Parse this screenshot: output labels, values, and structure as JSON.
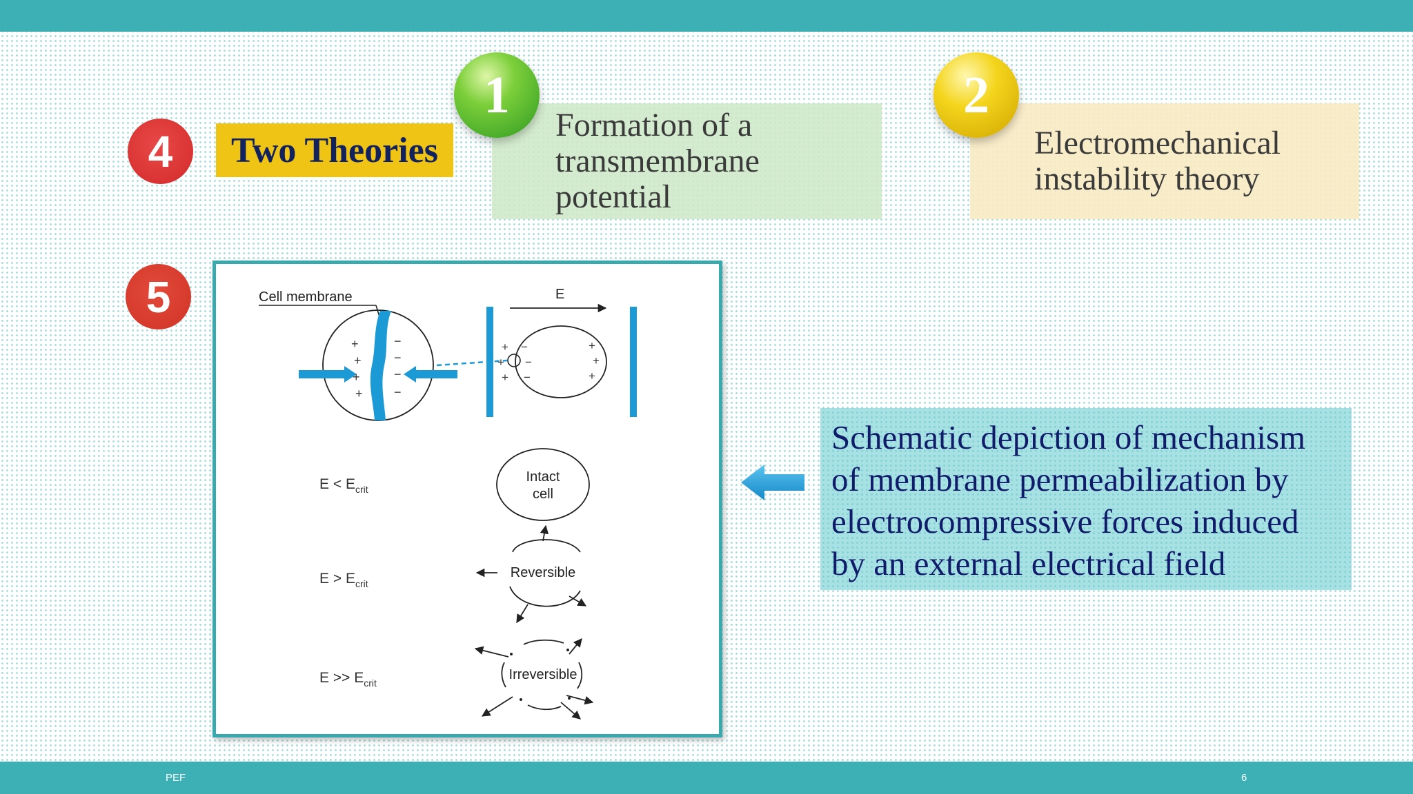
{
  "slide": {
    "title": "Two Theories",
    "badges": {
      "four": "4",
      "five": "5"
    },
    "theory_1": {
      "number": "1",
      "text": "Formation of a transmembrane potential"
    },
    "theory_2": {
      "number": "2",
      "text": "Electromechanical instability theory"
    },
    "description_lines": [
      "Schematic depiction of mechanism",
      "of membrane permeabilization by",
      "electrocompressive forces induced",
      "by an external electrical field"
    ],
    "footer": {
      "left": "PEF",
      "right": "6"
    }
  },
  "figure": {
    "cell_membrane_label": "Cell membrane",
    "field_label": "E",
    "conditions": [
      {
        "prefix": "E < E",
        "sub": "crit"
      },
      {
        "prefix": "E > E",
        "sub": "crit"
      },
      {
        "prefix": "E >> E",
        "sub": "crit"
      }
    ],
    "states": {
      "intact_line1": "Intact",
      "intact_line2": "cell",
      "reversible": "Reversible",
      "irreversible": "Irreversible"
    },
    "plus_sign": "+",
    "minus_sign": "−"
  },
  "colors": {
    "teal_bar": "#3cb0b5",
    "membrane_blue": "#1b9ad6",
    "title_gold": "#efc415",
    "title_navy": "#12225e",
    "description_text": "#101c6a"
  },
  "icons": [
    "left-arrow-icon",
    "orb-1-icon",
    "orb-2-icon"
  ]
}
